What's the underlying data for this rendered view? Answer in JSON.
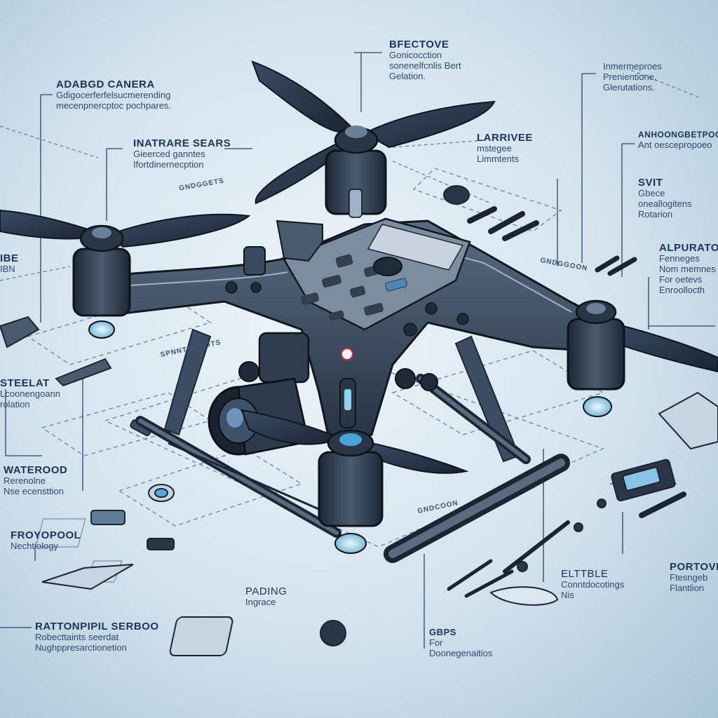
{
  "colors": {
    "ink": "#1b2a3c",
    "line": "#2a4566",
    "dash": "#7290ae",
    "body": "#3a4a5e",
    "bodyDark": "#1f2b39",
    "accent": "#4aa3d8"
  },
  "labels": {
    "advanced_camera": {
      "title": "ADABGD CANERA",
      "desc": "Gdigocerferfelsucmerending\nmecenpnercptoc pochpares."
    },
    "effective": {
      "title": "BFECTOVE",
      "desc": "Gonicocction\nsonenelfcnlis Bert\nGelation."
    },
    "top_right": {
      "title": "",
      "desc": "Inmermeproes\nPrenientione,\nGlerutations."
    },
    "intrare_sears": {
      "title": "INATRARE SEARS",
      "desc": "Gieerced ganntes\nIfortdinernecption"
    },
    "larrivee": {
      "title": "LARRIVEE",
      "desc": "mstegee\nLimmtents"
    },
    "right_upper": {
      "title": "ANHOONGBETPOOL",
      "desc": "Ant oescepropoeo"
    },
    "svit": {
      "title": "SVIT",
      "desc": "Gbece oneallogitens\nRotarion"
    },
    "left_be": {
      "title": "IBE",
      "desc": "IBN"
    },
    "alpurator": {
      "title": "ALPURATOR",
      "desc": "Fenneges\nNom memnes\nFor oetevs\nEnroollocth"
    },
    "steelat": {
      "title": "STEELAT",
      "desc": "Lcoonengoann\nrolation"
    },
    "waterood": {
      "title": "WATEROOD",
      "desc": "Rerenolne\nNse ecensttion"
    },
    "froypopool": {
      "title": "FROYOPOOL",
      "desc": "Nechtiology"
    },
    "padding": {
      "title": "PADING",
      "desc": "Ingrace"
    },
    "eltble": {
      "title": "ELTTBLE",
      "desc": "Conntdocotings\nNis"
    },
    "portovper": {
      "title": "PORTOVPER",
      "desc": "Ftesngeb\nFlantlion"
    },
    "ratonpipi": {
      "title": "RATTONPIPIL SERBOO",
      "desc": "Robecttaints seerdat\nNughppresarctionetion"
    },
    "gbps": {
      "title": "GBPS",
      "desc": "For\nDoonegenaitios"
    }
  },
  "tiny_tags": [
    "GNDGGETS",
    "SPNNTNOOOTS",
    "GNDGGOON",
    "GNDCOON"
  ]
}
